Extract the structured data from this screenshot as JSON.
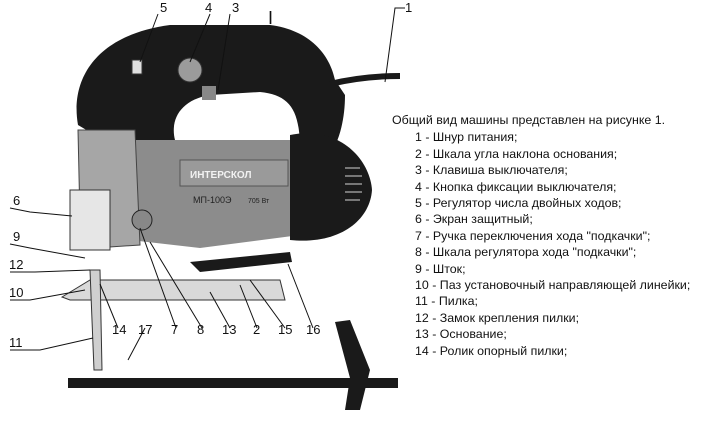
{
  "brand": "ИНТЕРСКОЛ",
  "model": "МП-100Э",
  "power": "705 Вт",
  "side_mark": "I",
  "callouts": [
    "1",
    "2",
    "3",
    "4",
    "5",
    "6",
    "7",
    "8",
    "9",
    "10",
    "11",
    "12",
    "13",
    "14",
    "15",
    "16",
    "17"
  ],
  "legend": {
    "intro": "Общий вид машины представлен на рисунке 1.",
    "items": [
      "1 - Шнур питания;",
      "2 - Шкала угла наклона основания;",
      "3 - Клавиша выключателя;",
      "4 - Кнопка фиксации выключателя;",
      "5 - Регулятор числа двойных ходов;",
      "6 - Экран защитный;",
      "7 - Ручка переключения хода \"подкачки\";",
      "8 - Шкала регулятора хода \"подкачки\";",
      "9 - Шток;",
      "10 - Паз установочный направляющей линейки;",
      "11 - Пилка;",
      "12 - Замок крепления пилки;",
      "13 - Основание;",
      "14 - Ролик опорный пилки;"
    ]
  },
  "colors": {
    "body": "#1a1a1a",
    "housing": "#8c8c8c",
    "base": "#d9d9d9",
    "ink": "#111111"
  }
}
